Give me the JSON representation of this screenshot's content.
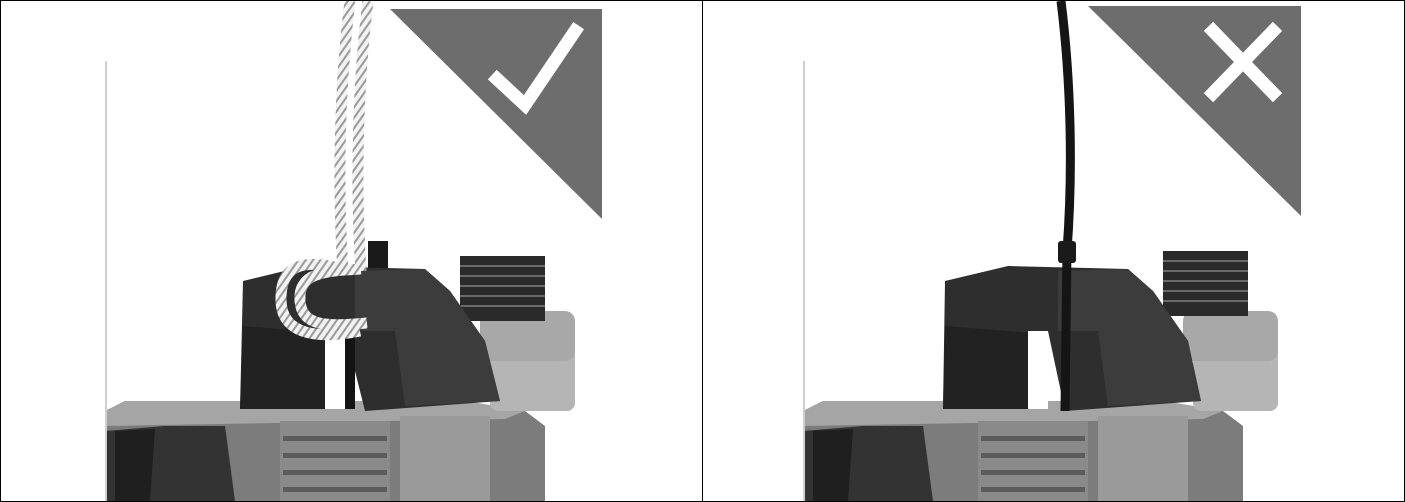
{
  "figure": {
    "panels": [
      {
        "id": "correct",
        "badge_icon": "check-icon",
        "cable": "rope",
        "badge_color": "#6e6e6e"
      },
      {
        "id": "incorrect",
        "badge_icon": "cross-icon",
        "cable": "power-cord",
        "badge_color": "#6e6e6e"
      }
    ]
  }
}
